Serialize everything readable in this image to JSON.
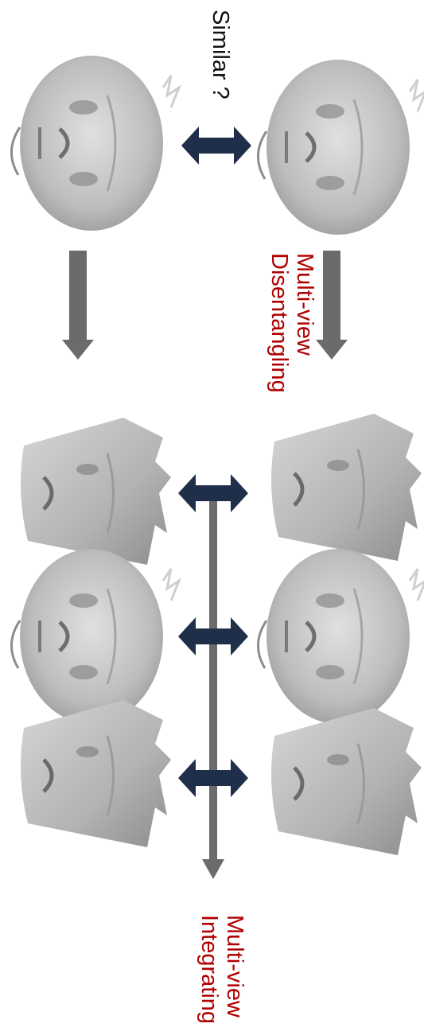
{
  "labels": {
    "similar": "Similar ?",
    "disentangling": [
      "Multi-view",
      "Disentangling"
    ],
    "integrating": [
      "Multi-view",
      "Integrating"
    ]
  },
  "colors": {
    "label_dark": "#111111",
    "label_red": "#b00000",
    "double_arrow": "#1f2f4a",
    "flow_arrow": "#6b6b6b",
    "face_base": "#bfbfbf"
  },
  "faces": [
    {
      "id": "face-query-left",
      "view": "frontal"
    },
    {
      "id": "face-query-right",
      "view": "frontal"
    },
    {
      "id": "face-left-profile-a",
      "view": "side"
    },
    {
      "id": "face-left-frontal",
      "view": "frontal"
    },
    {
      "id": "face-left-profile-b",
      "view": "side"
    },
    {
      "id": "face-right-profile-a",
      "view": "side"
    },
    {
      "id": "face-right-frontal",
      "view": "frontal"
    },
    {
      "id": "face-right-profile-b",
      "view": "side"
    }
  ]
}
